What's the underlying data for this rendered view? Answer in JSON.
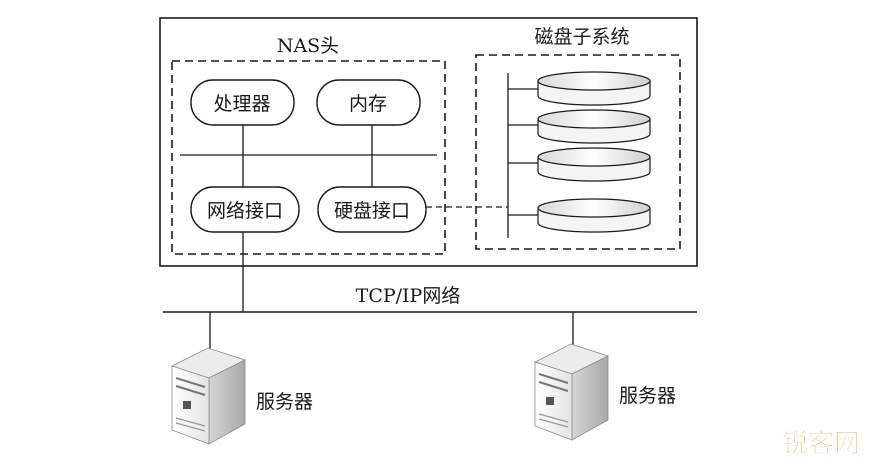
{
  "nas_head": {
    "title": "NAS头"
  },
  "disk_subsystem": {
    "title": "磁盘子系统"
  },
  "components": {
    "processor": "处理器",
    "memory": "内存",
    "network_interface": "网络接口",
    "disk_interface": "硬盘接口"
  },
  "network": {
    "label": "TCP/IP网络"
  },
  "servers": [
    {
      "label": "服务器"
    },
    {
      "label": "服务器"
    }
  ],
  "watermark": {
    "text": "锐客网"
  },
  "colors": {
    "line": "#1a1a1a",
    "watermark_orange": "#f08a1c",
    "watermark_gray": "#6a6a6a",
    "server_light": "#f2f2f2",
    "server_shadow": "#b9b9b9"
  }
}
